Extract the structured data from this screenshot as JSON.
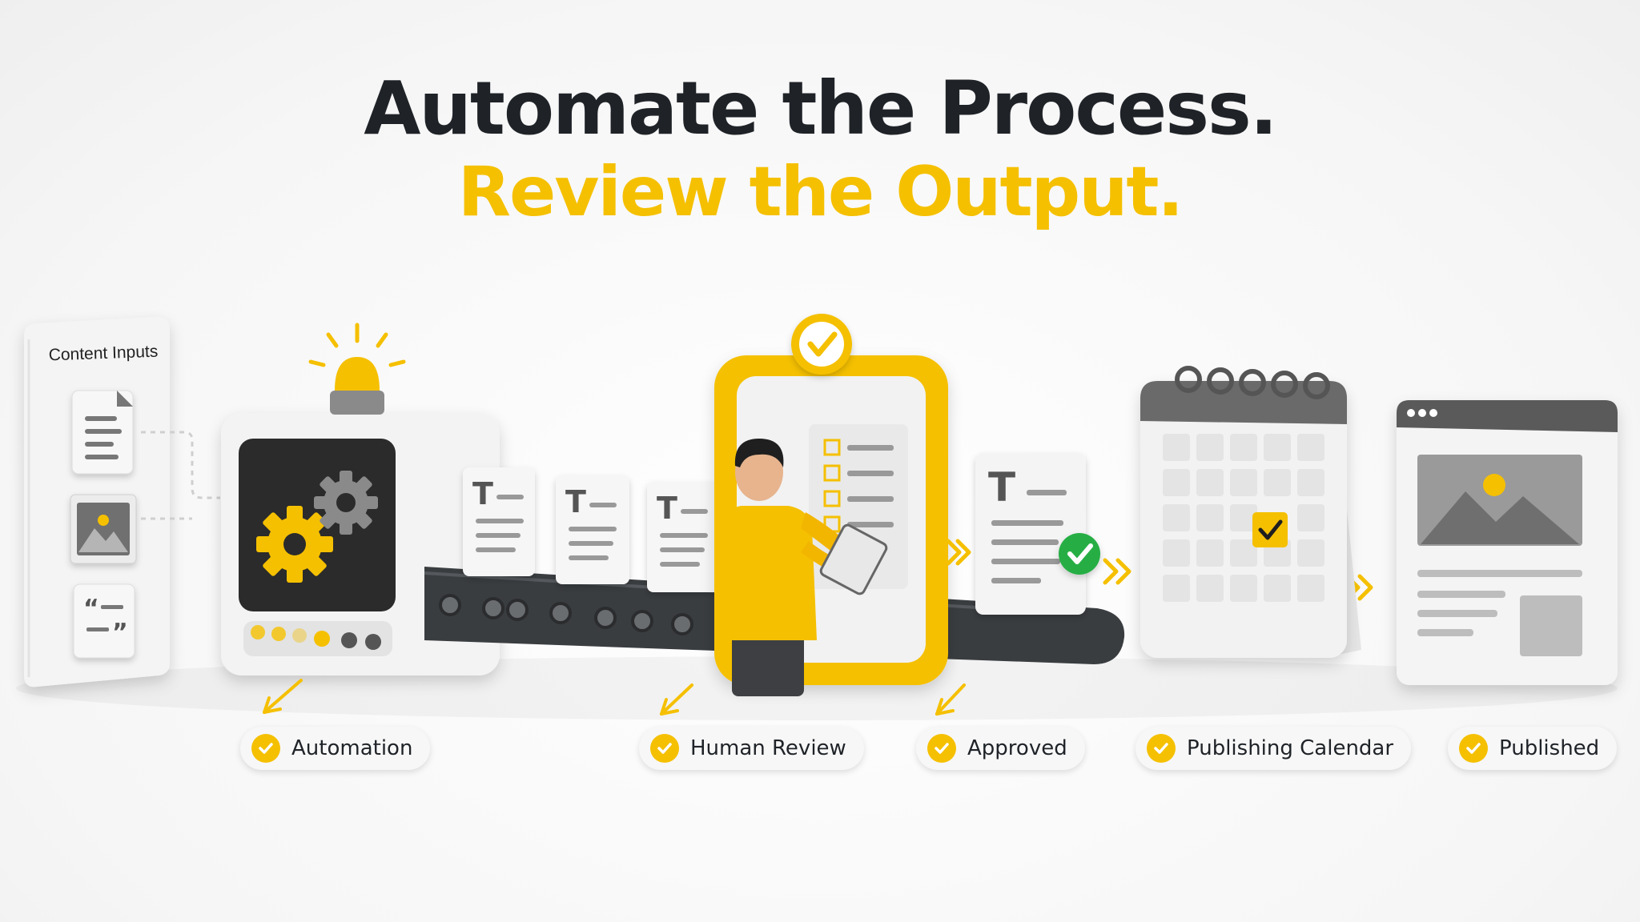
{
  "headline": {
    "line1": "Automate the Process.",
    "line2": "Review the Output."
  },
  "inputs": {
    "label": "Content Inputs"
  },
  "steps": [
    {
      "label": "Automation"
    },
    {
      "label": "Human Review"
    },
    {
      "label": "Approved"
    },
    {
      "label": "Publishing Calendar"
    },
    {
      "label": "Published"
    }
  ],
  "colors": {
    "accent": "#f5c000",
    "dark": "#1f2328",
    "success": "#27ae44",
    "machine": "#2b2b2b"
  },
  "icons": [
    "document-icon",
    "image-icon",
    "quote-icon",
    "gear-icon",
    "beacon-light-icon",
    "checkmark-icon",
    "calendar-icon",
    "browser-window-icon",
    "arrow-chevron-icon"
  ]
}
